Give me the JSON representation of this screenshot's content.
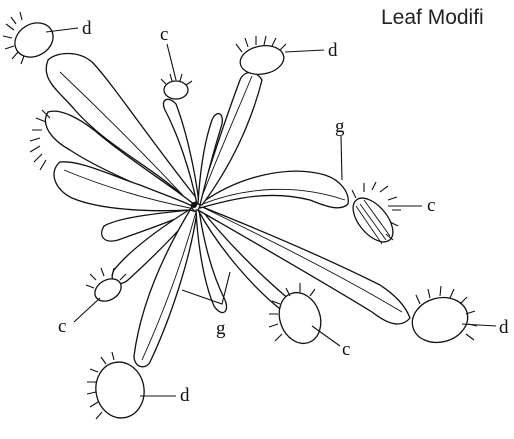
{
  "title": "Leaf Modifi",
  "labels": {
    "d": "d",
    "c": "c",
    "g": "g"
  },
  "colors": {
    "ink": "#111111",
    "background": "#ffffff"
  }
}
